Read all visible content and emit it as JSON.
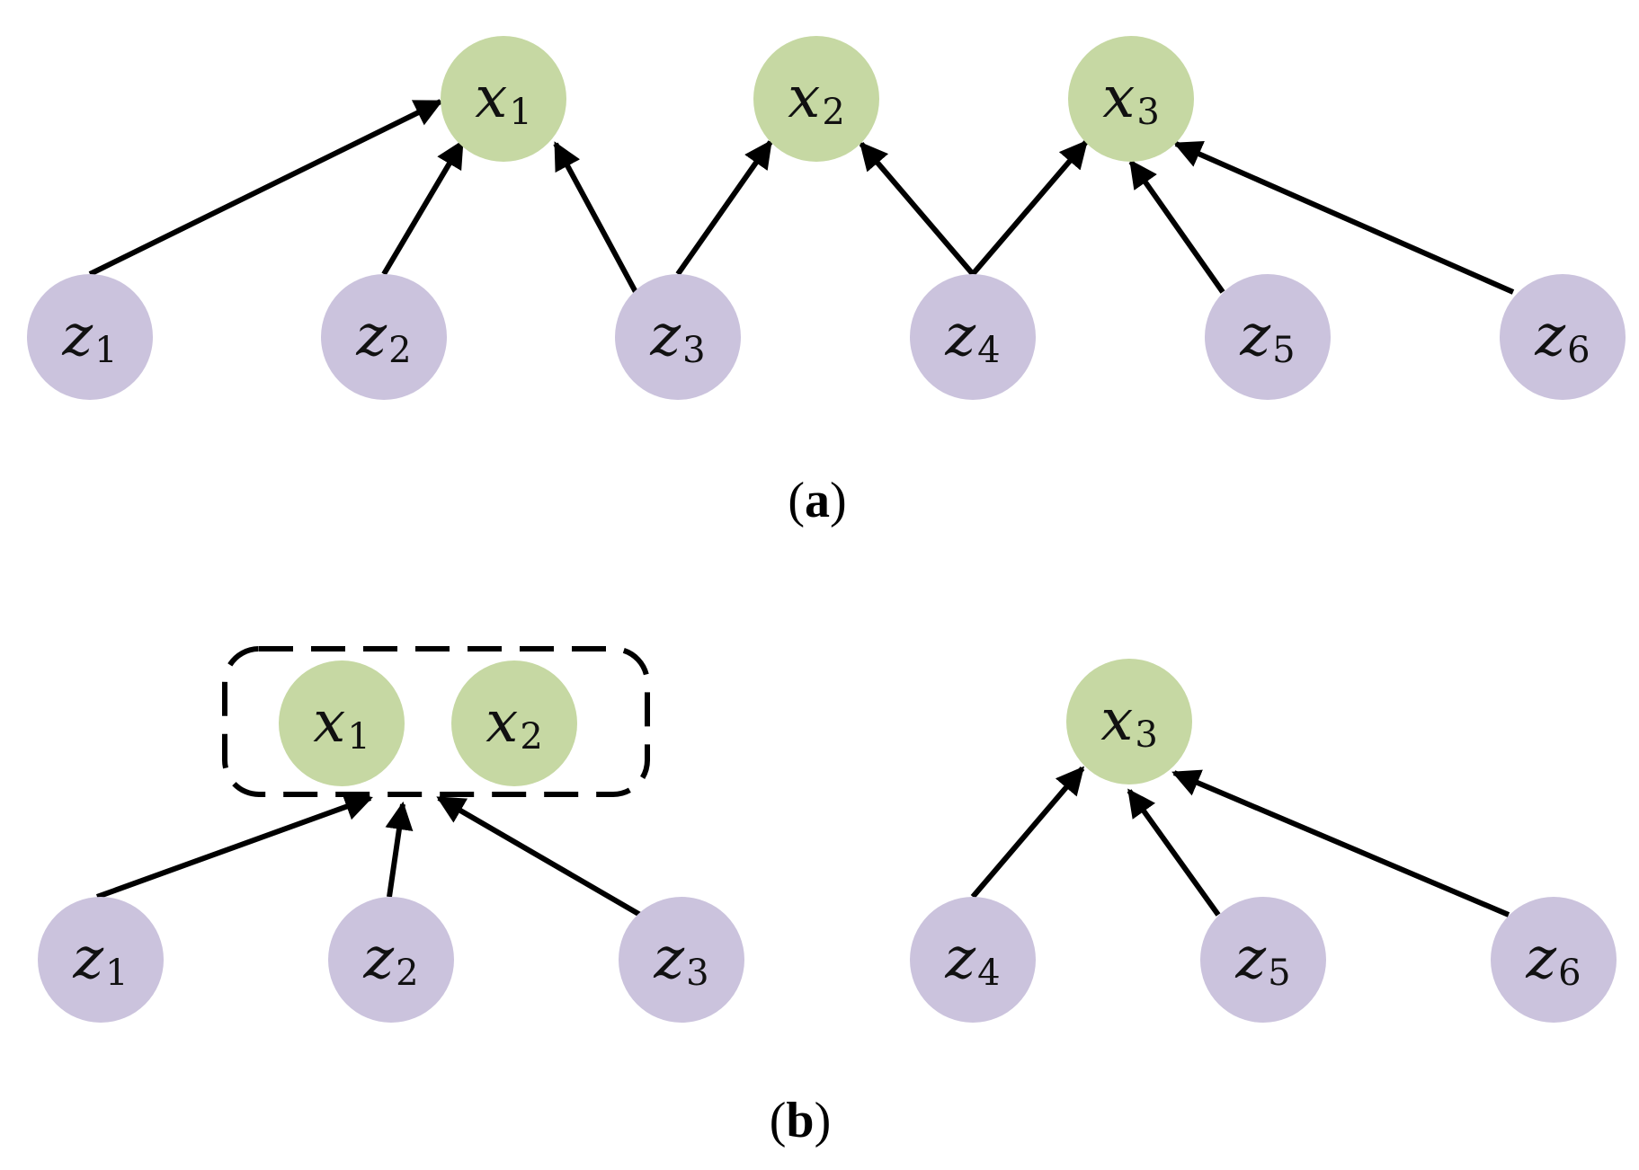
{
  "colors": {
    "x_node_fill": "#c6d8a3",
    "z_node_fill": "#cbc3dd",
    "edge": "#000000",
    "group_box": "#000000"
  },
  "captions": {
    "a": {
      "open": "(",
      "letter": "a",
      "close": ")"
    },
    "b": {
      "open": "(",
      "letter": "b",
      "close": ")"
    }
  },
  "panel_a": {
    "x_nodes": [
      {
        "var": "x",
        "sub": "1"
      },
      {
        "var": "x",
        "sub": "2"
      },
      {
        "var": "x",
        "sub": "3"
      }
    ],
    "z_nodes": [
      {
        "var": "z",
        "sub": "1"
      },
      {
        "var": "z",
        "sub": "2"
      },
      {
        "var": "z",
        "sub": "3"
      },
      {
        "var": "z",
        "sub": "4"
      },
      {
        "var": "z",
        "sub": "5"
      },
      {
        "var": "z",
        "sub": "6"
      }
    ],
    "edges": [
      {
        "from": "z1",
        "to": "x1"
      },
      {
        "from": "z2",
        "to": "x1"
      },
      {
        "from": "z3",
        "to": "x1"
      },
      {
        "from": "z3",
        "to": "x2"
      },
      {
        "from": "z4",
        "to": "x2"
      },
      {
        "from": "z4",
        "to": "x3"
      },
      {
        "from": "z5",
        "to": "x3"
      },
      {
        "from": "z6",
        "to": "x3"
      }
    ]
  },
  "panel_b": {
    "x_nodes": [
      {
        "var": "x",
        "sub": "1"
      },
      {
        "var": "x",
        "sub": "2"
      },
      {
        "var": "x",
        "sub": "3"
      }
    ],
    "z_nodes": [
      {
        "var": "z",
        "sub": "1"
      },
      {
        "var": "z",
        "sub": "2"
      },
      {
        "var": "z",
        "sub": "3"
      },
      {
        "var": "z",
        "sub": "4"
      },
      {
        "var": "z",
        "sub": "5"
      },
      {
        "var": "z",
        "sub": "6"
      }
    ],
    "groups": [
      {
        "members": [
          "x1",
          "x2"
        ],
        "style": "dashed"
      }
    ],
    "edges": [
      {
        "from": "z1",
        "to": "x1,x2"
      },
      {
        "from": "z2",
        "to": "x1,x2"
      },
      {
        "from": "z3",
        "to": "x1,x2"
      },
      {
        "from": "z4",
        "to": "x3"
      },
      {
        "from": "z5",
        "to": "x3"
      },
      {
        "from": "z6",
        "to": "x3"
      }
    ]
  }
}
